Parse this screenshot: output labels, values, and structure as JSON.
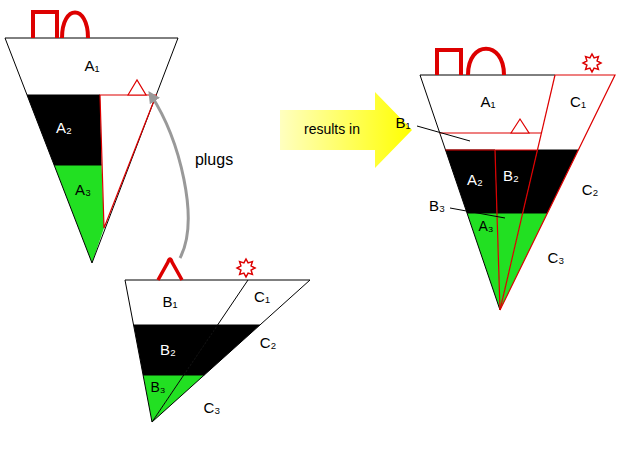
{
  "diagram": {
    "nodes": [
      {
        "text": [
          "A₁"
        ]
      },
      {
        "text": [
          "A₂"
        ]
      },
      {
        "text": [
          "A₃"
        ]
      },
      {
        "text": [
          "results in"
        ]
      },
      {
        "text": [
          "A₁"
        ]
      },
      {
        "text": [
          "C₁"
        ]
      },
      {
        "text": [
          "B₁"
        ]
      },
      {
        "text": [
          "A₂"
        ]
      },
      {
        "text": [
          "B₂"
        ]
      },
      {
        "text": [
          "C₂"
        ]
      },
      {
        "text": [
          "B₃"
        ]
      },
      {
        "text": [
          "A₃"
        ]
      },
      {
        "text": [
          "C₃"
        ]
      },
      {
        "text": [
          "B₁"
        ]
      },
      {
        "text": [
          "C₁"
        ]
      },
      {
        "text": [
          "B₂"
        ]
      },
      {
        "text": [
          "C₂"
        ]
      },
      {
        "text": [
          "B₃"
        ]
      },
      {
        "text": [
          "C₃"
        ]
      }
    ],
    "labels": [
      "plugs"
    ]
  }
}
